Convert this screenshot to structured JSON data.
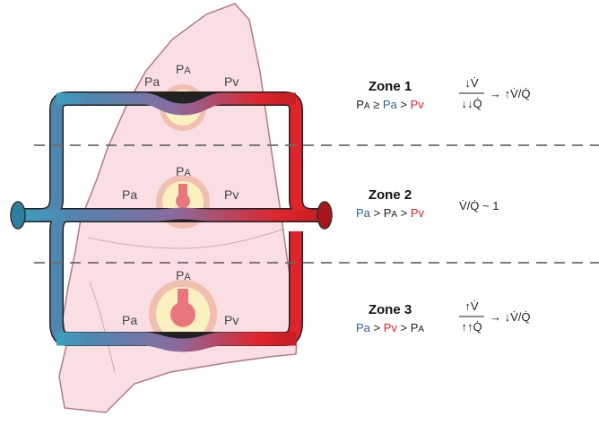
{
  "colors": {
    "artery": "#4f86b0",
    "vein": "#e0242b",
    "lung_fill": "#f9dfe4",
    "lung_outline": "#b47a85",
    "alveolus_fill": "#fbf1c0",
    "alveolus_ring": "#f0bfb0",
    "alveolus_core": "#e9757f",
    "divider": "#6b6b6b"
  },
  "labels": {
    "pa": "Pa",
    "pA_main": "P",
    "pA_sub": "A",
    "pv": "Pv"
  },
  "zones": [
    {
      "title": "Zone 1",
      "condition": [
        {
          "text": "P",
          "color": "#222"
        },
        {
          "text": "A",
          "color": "#222",
          "small": true
        },
        {
          "text": " ≥ ",
          "color": "#222"
        },
        {
          "text": "Pa",
          "color": "#2f5da8"
        },
        {
          "text": " > ",
          "color": "#222"
        },
        {
          "text": "Pv",
          "color": "#e0242b"
        }
      ],
      "eq_num": "↓V̇",
      "eq_den": "↓↓Q̇",
      "eq_result": "→ ↑V̇/Q̇"
    },
    {
      "title": "Zone 2",
      "condition": [
        {
          "text": "Pa",
          "color": "#2f5da8"
        },
        {
          "text": " > ",
          "color": "#222"
        },
        {
          "text": "P",
          "color": "#222"
        },
        {
          "text": "A",
          "color": "#222",
          "small": true
        },
        {
          "text": " > ",
          "color": "#222"
        },
        {
          "text": "Pv",
          "color": "#e0242b"
        }
      ],
      "eq_inline": "V̇/Q̇ ~ 1"
    },
    {
      "title": "Zone 3",
      "condition": [
        {
          "text": "Pa",
          "color": "#2f5da8"
        },
        {
          "text": " > ",
          "color": "#222"
        },
        {
          "text": "Pv",
          "color": "#e0242b"
        },
        {
          "text": " > ",
          "color": "#222"
        },
        {
          "text": "P",
          "color": "#222"
        },
        {
          "text": "A",
          "color": "#222",
          "small": true
        }
      ],
      "eq_num": "↑V̇",
      "eq_den": "↑↑Q̇",
      "eq_result": "→ ↓V̇/Q̇"
    }
  ]
}
